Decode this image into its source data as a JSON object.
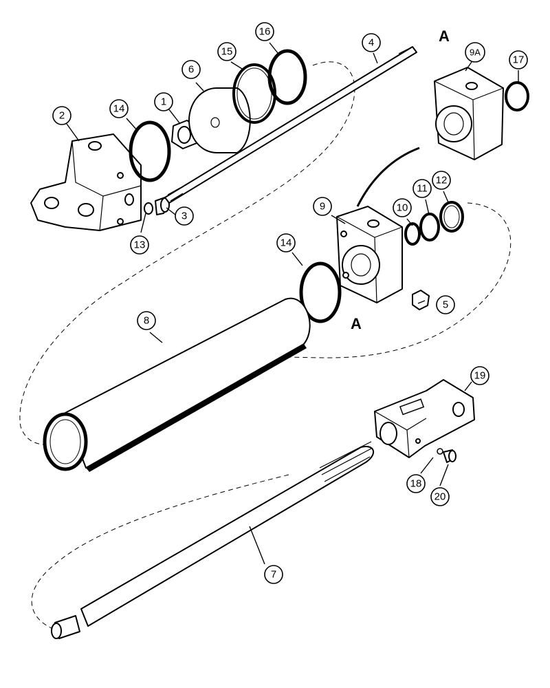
{
  "diagram": {
    "callouts": [
      {
        "id": "c1",
        "label": "1"
      },
      {
        "id": "c2",
        "label": "2"
      },
      {
        "id": "c3",
        "label": "3"
      },
      {
        "id": "c4",
        "label": "4"
      },
      {
        "id": "c5",
        "label": "5"
      },
      {
        "id": "c6",
        "label": "6"
      },
      {
        "id": "c7",
        "label": "7"
      },
      {
        "id": "c8",
        "label": "8"
      },
      {
        "id": "c9",
        "label": "9"
      },
      {
        "id": "c9a",
        "label": "9A"
      },
      {
        "id": "c10",
        "label": "10"
      },
      {
        "id": "c11",
        "label": "11"
      },
      {
        "id": "c12",
        "label": "12"
      },
      {
        "id": "c13",
        "label": "13"
      },
      {
        "id": "c14a",
        "label": "14"
      },
      {
        "id": "c14b",
        "label": "14"
      },
      {
        "id": "c15",
        "label": "15"
      },
      {
        "id": "c16",
        "label": "16"
      },
      {
        "id": "c17",
        "label": "17"
      },
      {
        "id": "c18",
        "label": "18"
      },
      {
        "id": "c19",
        "label": "19"
      },
      {
        "id": "c20",
        "label": "20"
      }
    ],
    "reference_marks": [
      {
        "id": "ref-a-top",
        "label": "A"
      },
      {
        "id": "ref-a-bottom",
        "label": "A"
      }
    ]
  }
}
